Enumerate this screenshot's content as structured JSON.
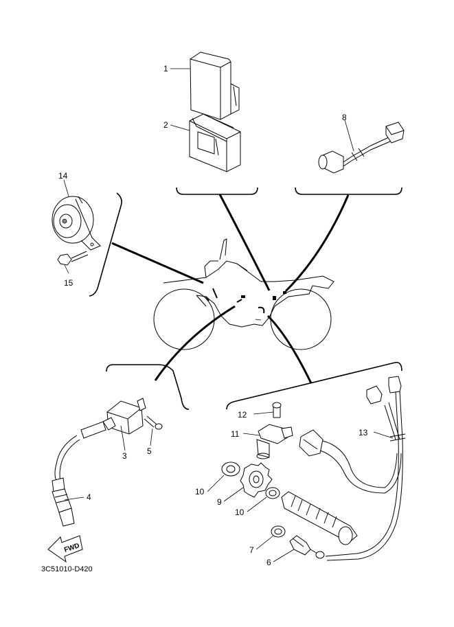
{
  "diagram_code": "3C51010-D420",
  "fwd_label": "FWD",
  "callouts": {
    "c1": "1",
    "c2": "2",
    "c3": "3",
    "c4": "4",
    "c5": "5",
    "c6": "6",
    "c7": "7",
    "c8": "8",
    "c9": "9",
    "c10a": "10",
    "c10b": "10",
    "c11": "11",
    "c12": "12",
    "c13": "13",
    "c14": "14",
    "c15": "15"
  },
  "icons": [
    "fwd-arrow-icon"
  ]
}
